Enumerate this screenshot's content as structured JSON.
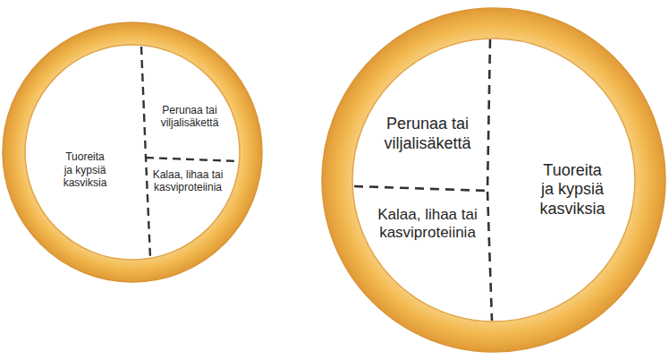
{
  "diagram": {
    "nodes": [
      {
        "text": [
          "Perunaa tai viljalisäkettä"
        ]
      },
      {
        "text": [
          "Tuoreita ja kypsiä kasviksia"
        ]
      },
      {
        "text": [
          "Kalaa, lihaa tai kasviproteiinia"
        ]
      },
      {
        "text": [
          "Perunaa tai viljalisäkettä"
        ]
      },
      {
        "text": [
          "Tuoreita ja kypsiä kasviksia"
        ]
      },
      {
        "text": [
          "Kalaa, lihaa tai kasviproteiinia"
        ]
      }
    ]
  }
}
